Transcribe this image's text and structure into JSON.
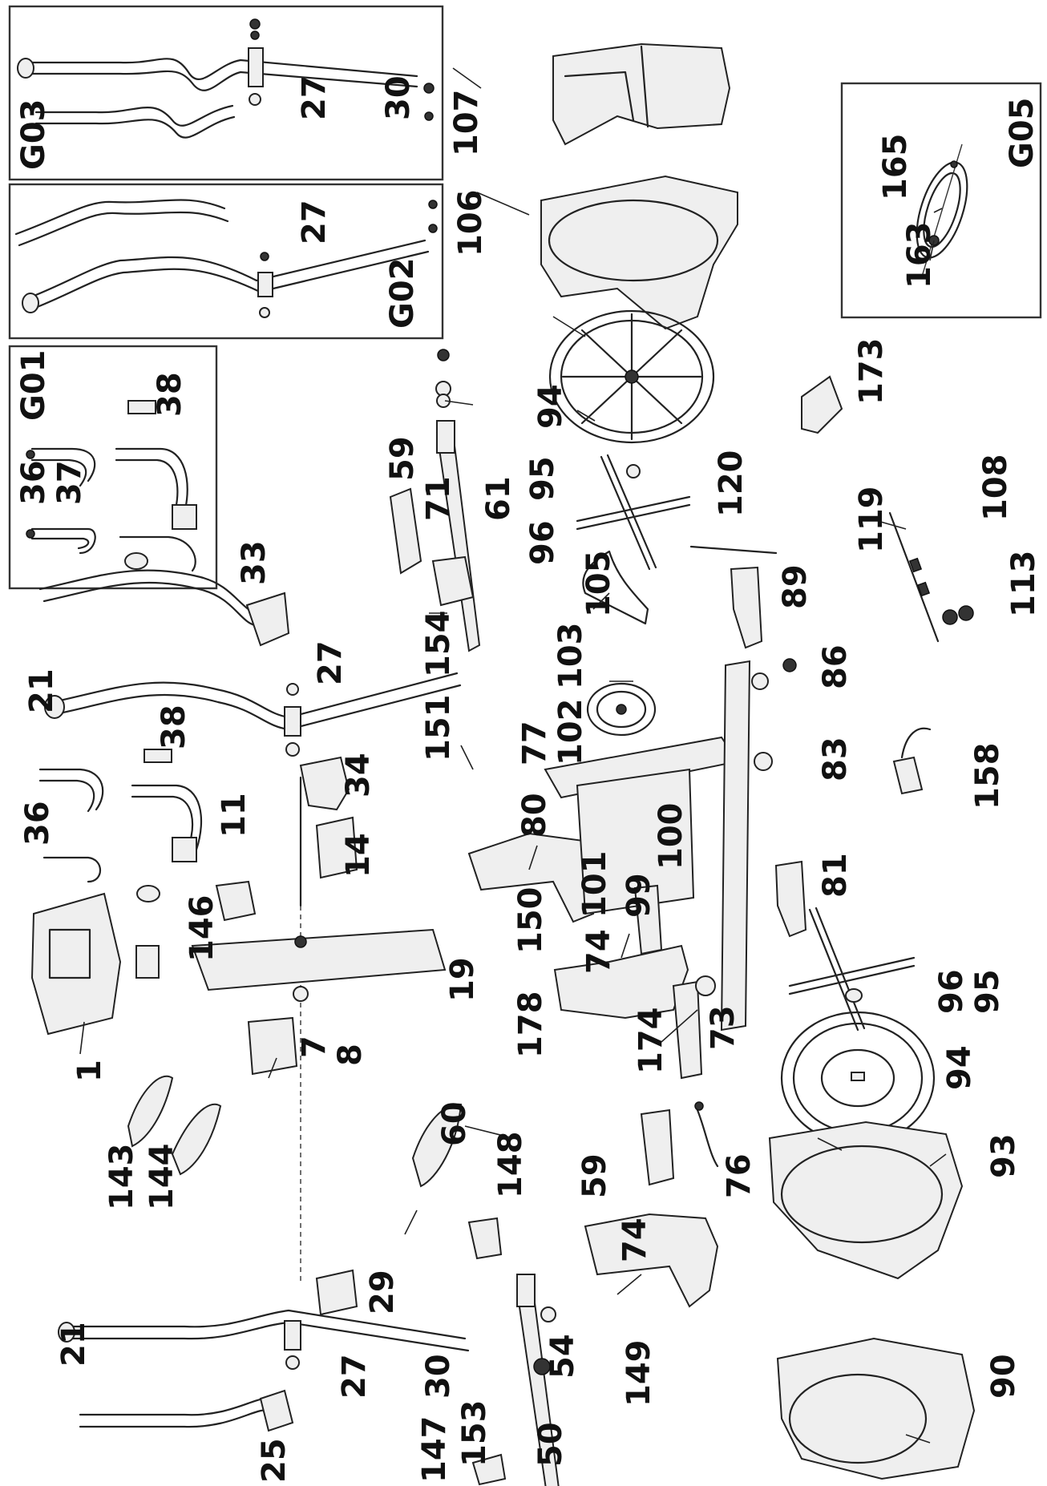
{
  "groups": [
    {
      "id": "G01",
      "label": "G01"
    },
    {
      "id": "G02",
      "label": "G02"
    },
    {
      "id": "G03",
      "label": "G03"
    },
    {
      "id": "G05",
      "label": "G05"
    }
  ],
  "labels": {
    "p1": "1",
    "p7": "7",
    "p8": "8",
    "p11": "11",
    "p14": "14",
    "p19": "19",
    "p21a": "21",
    "p21b": "21",
    "p25": "25",
    "p27a": "27",
    "p27b": "27",
    "p27c": "27",
    "p27d": "27",
    "p29": "29",
    "p30a": "30",
    "p30b": "30",
    "p33": "33",
    "p34": "34",
    "p36a": "36",
    "p36b": "36",
    "p37": "37",
    "p38a": "38",
    "p38b": "38",
    "p50": "50",
    "p54": "54",
    "p59a": "59",
    "p59b": "59",
    "p60": "60",
    "p61": "61",
    "p71": "71",
    "p73": "73",
    "p74a": "74",
    "p74b": "74",
    "p76": "76",
    "p77": "77",
    "p80": "80",
    "p81": "81",
    "p83": "83",
    "p86": "86",
    "p89": "89",
    "p90": "90",
    "p93": "93",
    "p94a": "94",
    "p94b": "94",
    "p95a": "95",
    "p95b": "95",
    "p96a": "96",
    "p96b": "96",
    "p99": "99",
    "p100": "100",
    "p101": "101",
    "p102": "102",
    "p103": "103",
    "p105": "105",
    "p106": "106",
    "p107": "107",
    "p108": "108",
    "p113": "113",
    "p119": "119",
    "p120": "120",
    "p143": "143",
    "p144": "144",
    "p146": "146",
    "p147": "147",
    "p148": "148",
    "p149": "149",
    "p150": "150",
    "p151": "151",
    "p153": "153",
    "p154": "154",
    "p158": "158",
    "p163": "163",
    "p165": "165",
    "p173": "173",
    "p174": "174",
    "p178": "178"
  }
}
